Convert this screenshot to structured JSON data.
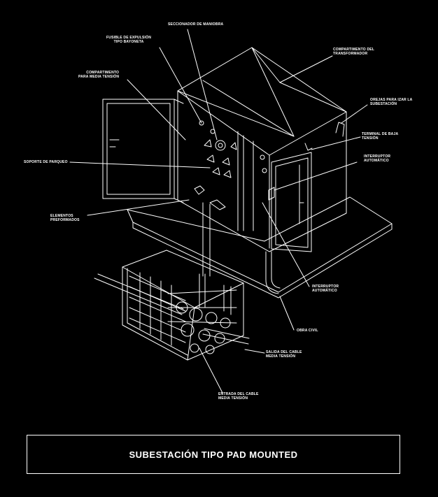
{
  "title": "SUBESTACIÓN TIPO PAD MOUNTED",
  "labels": {
    "seccionador": "SECCIONADOR DE MANIOBRA",
    "fusible_1": "FUSIBLE DE EXPULSIÓN",
    "fusible_2": "TIPO BAYONETA",
    "comp_mt_1": "COMPARTIMENTO",
    "comp_mt_2": "PARA MEDIA TENSIÓN",
    "comp_tr_1": "COMPARTIMENTO DEL",
    "comp_tr_2": "TRANSFORMADOR",
    "orejas_1": "OREJAS PARA IZAR LA",
    "orejas_2": "SUBESTACIÓN",
    "terminal_1": "TERMINAL DE BAJA",
    "terminal_2": "TENSIÓN",
    "int_top_1": "INTERRUPTOR",
    "int_top_2": "AUTOMÁTICO",
    "soporte": "SOPORTE DE PARQUEO",
    "elementos_1": "ELEMENTOS",
    "elementos_2": "PREFORMADOS",
    "int_bot_1": "INTERRUPTOR",
    "int_bot_2": "AUTOMÁTICO",
    "obra": "OBRA CIVIL",
    "salida_1": "SALIDA DEL CABLE",
    "salida_2": "MEDIA TENSIÓN",
    "entrada_1": "ENTRADA DEL CABLE",
    "entrada_2": "MEDIA TENSIÓN"
  },
  "colors": {
    "background": "#000000",
    "lines": "#ffffff"
  }
}
